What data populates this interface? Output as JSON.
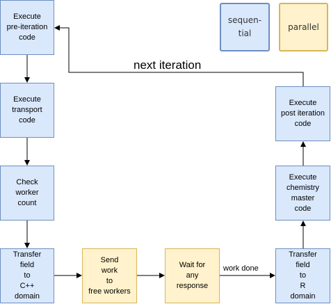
{
  "legend": {
    "sequential": "sequen-\ntial",
    "parallel": "parallel"
  },
  "nodes": {
    "pre_iteration": "Execute\npre-iteration\ncode",
    "transport": "Execute\ntransport\ncode",
    "check_worker": "Check\nworker\ncount",
    "transfer_cpp": "Transfer\nfield\nto\nC++\ndomain",
    "send_work": "Send\nwork\nto\nfree workers",
    "wait_response": "Wait for\nany\nresponse",
    "transfer_r": "Transfer\nfield\nto\nR\ndomain",
    "chemistry": "Execute\nchemistry\nmaster\ncode",
    "post_iteration": "Execute\npost iteration\ncode"
  },
  "edges": {
    "work_done": "work done",
    "next_iteration": "next iteration"
  },
  "colors": {
    "sequential_fill": "#dae8fc",
    "sequential_stroke": "#6c8ebf",
    "parallel_fill": "#fff2cc",
    "parallel_stroke": "#d6b656"
  }
}
